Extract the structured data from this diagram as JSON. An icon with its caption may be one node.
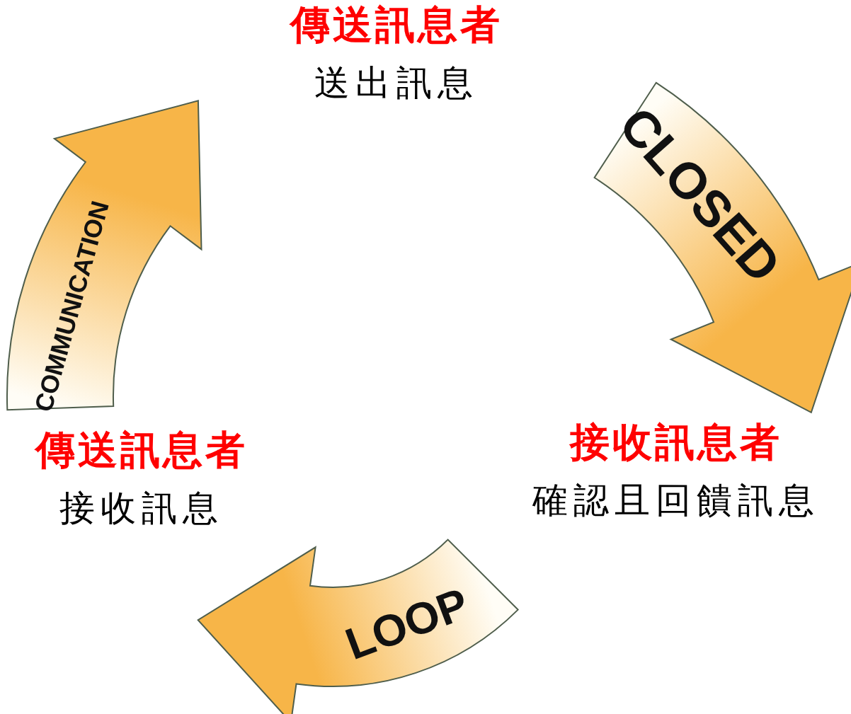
{
  "diagram": {
    "nodes": [
      {
        "text": [
          "傳送訊息者",
          "送出訊息"
        ]
      },
      {
        "text": [
          "接收訊息者",
          "確認且回饋訊息"
        ]
      },
      {
        "text": [
          "傳送訊息者",
          "接收訊息"
        ]
      }
    ],
    "edges": [
      {
        "from": 0,
        "to": 1,
        "arrow": "to",
        "label": "CLOSED"
      },
      {
        "from": 1,
        "to": 2,
        "arrow": "to",
        "label": "LOOP"
      },
      {
        "from": 2,
        "to": 0,
        "arrow": "to",
        "label": "COMMUNICATION"
      }
    ]
  }
}
